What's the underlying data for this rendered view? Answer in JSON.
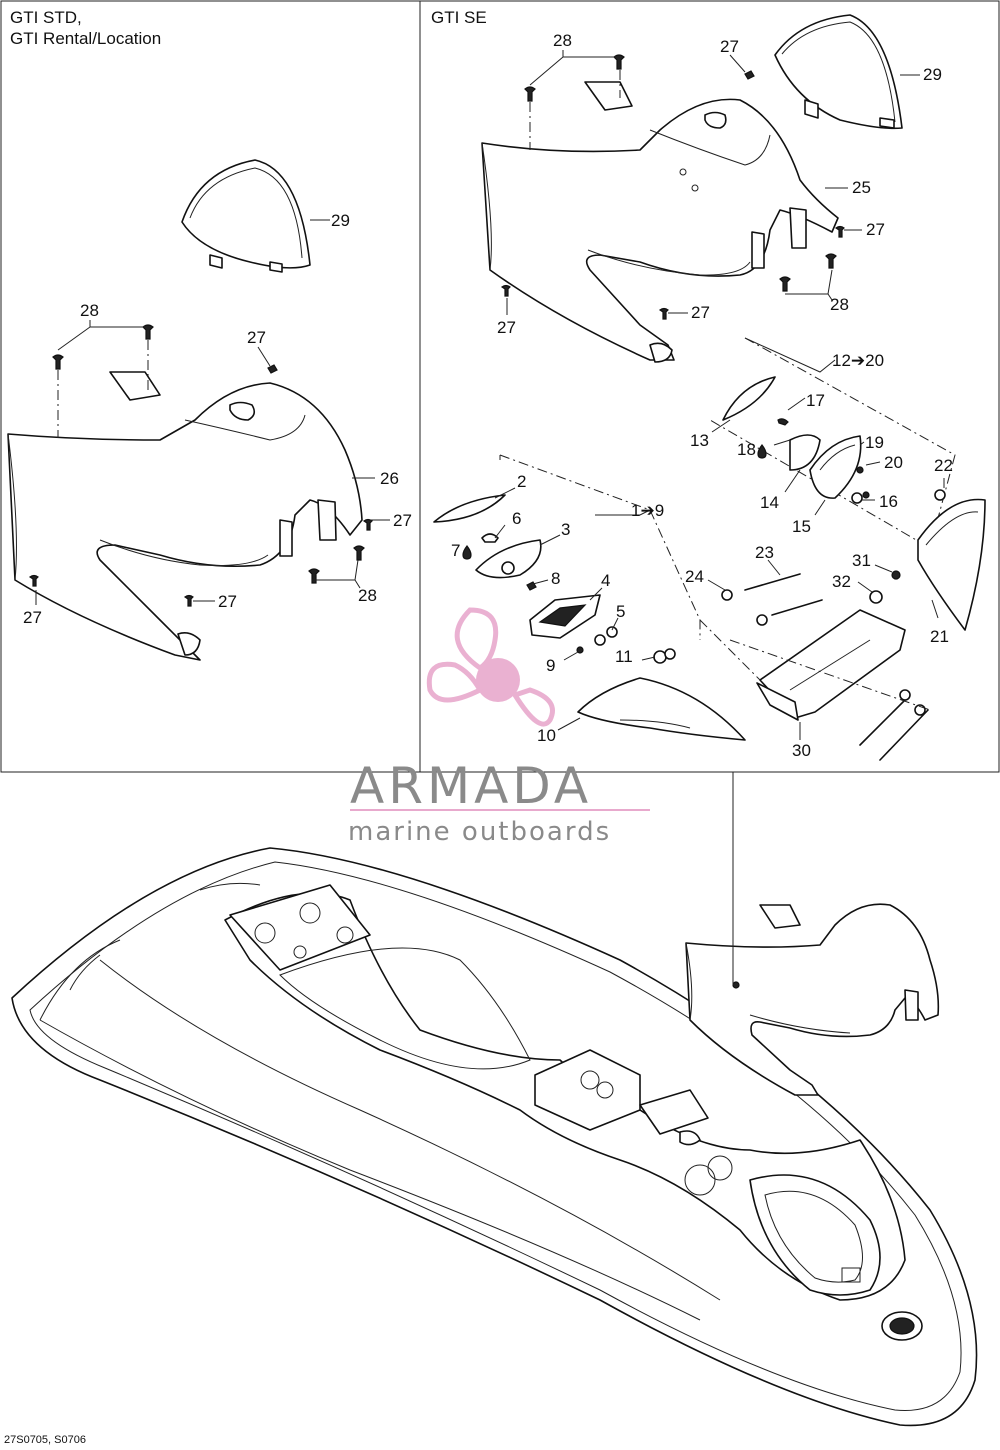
{
  "panels": {
    "left": {
      "title_line1": "GTI STD,",
      "title_line2": "GTI Rental/Location"
    },
    "right": {
      "title": "GTI SE"
    }
  },
  "watermark": {
    "brand": "ARMADA",
    "tagline": "marine outboards",
    "color": "#e8a9cd",
    "text_color": "#8a8a8a"
  },
  "footer": {
    "drawing_code": "27S0705, S0706"
  },
  "callouts": {
    "left": {
      "c29": "29",
      "c28a": "28",
      "c27a": "27",
      "c26": "26",
      "c27b": "27",
      "c27c": "27",
      "c28b": "28",
      "c27d": "27"
    },
    "right": {
      "c28a": "28",
      "c27a": "27",
      "c29": "29",
      "c25": "25",
      "c27b": "27",
      "c27c": "27",
      "c27d": "27",
      "c28b": "28",
      "c12_20": "12➔20",
      "c17": "17",
      "c13": "13",
      "c18": "18",
      "c19": "19",
      "c20": "20",
      "c22": "22",
      "c14": "14",
      "c16": "16",
      "c15": "15",
      "c2": "2",
      "c1_9": "1➔9",
      "c6": "6",
      "c3": "3",
      "c7": "7",
      "c23": "23",
      "c31": "31",
      "c24": "24",
      "c8": "8",
      "c4": "4",
      "c32": "32",
      "c5": "5",
      "c21": "21",
      "c11": "11",
      "c9": "9",
      "c10": "10",
      "c30": "30"
    }
  }
}
